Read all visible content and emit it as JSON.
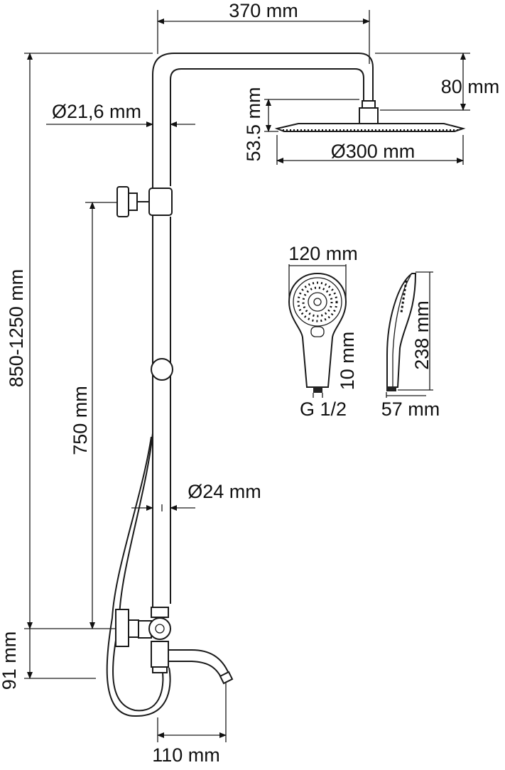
{
  "title": "Shower system dimension drawing",
  "dimensions": {
    "arm_length": "370 mm",
    "arm_drop": "80 mm",
    "head_thickness": "53.5 mm",
    "head_diameter": "Ø300 mm",
    "top_pipe_diameter": "Ø21,6 mm",
    "total_height": "850-1250 mm",
    "holder_height": "750 mm",
    "bottom_pipe_diameter": "Ø24 mm",
    "spout_height": "91 mm",
    "spout_length": "110 mm",
    "hand_width": "120 mm",
    "hand_thread_len": "10 mm",
    "hand_thread": "G 1/2",
    "hand_length": "238 mm",
    "hand_depth": "57 mm"
  }
}
